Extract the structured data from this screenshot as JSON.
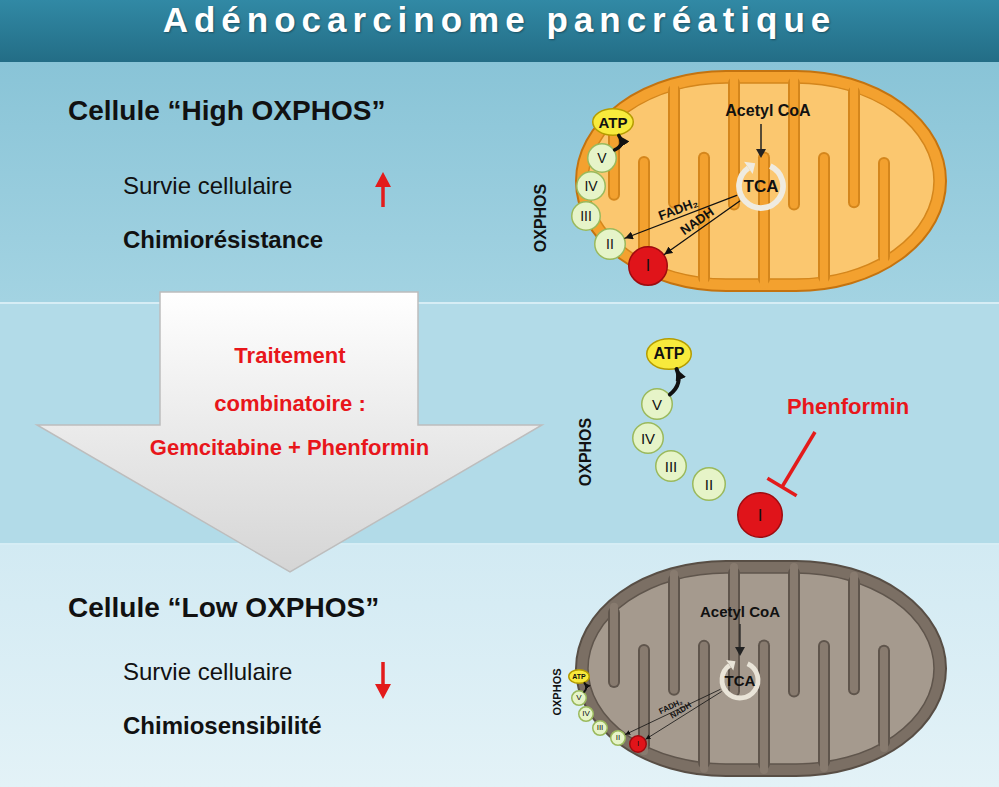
{
  "diagram": {
    "title": "Adénocarcinome pancréatique",
    "nodes": [
      {
        "text": [
          "Cellule “High OXPHOS”",
          "Survie cellulaire",
          "Chimiorésistance"
        ]
      },
      {
        "text": [
          "Acetyl CoA"
        ],
        "in": 0
      },
      {
        "text": [
          "TCA"
        ],
        "in": 1
      },
      {
        "text": [
          "ATP"
        ],
        "in": 1
      },
      {
        "text": [
          "V"
        ],
        "in": 1
      },
      {
        "text": [
          "IV"
        ],
        "in": 1
      },
      {
        "text": [
          "III"
        ],
        "in": 1
      },
      {
        "text": [
          "II"
        ],
        "in": 1
      },
      {
        "text": [
          "I"
        ],
        "in": 1
      },
      {
        "text": [
          "Traitement combinatoire :",
          "Gemcitabine + Phenformin"
        ]
      },
      {
        "text": [
          "ATP"
        ]
      },
      {
        "text": [
          "V"
        ]
      },
      {
        "text": [
          "IV"
        ]
      },
      {
        "text": [
          "III"
        ]
      },
      {
        "text": [
          "II"
        ]
      },
      {
        "text": [
          "I"
        ]
      },
      {
        "text": [
          "Cellule “Low OXPHOS”",
          "Survie cellulaire",
          "Chimiosensibilité"
        ]
      },
      {
        "text": [
          "Acetyl CoA"
        ],
        "in": 16
      },
      {
        "text": [
          "TCA"
        ],
        "in": 17
      },
      {
        "text": [
          "ATP"
        ],
        "in": 17
      },
      {
        "text": [
          "V"
        ],
        "in": 17
      },
      {
        "text": [
          "IV"
        ],
        "in": 17
      },
      {
        "text": [
          "III"
        ],
        "in": 17
      },
      {
        "text": [
          "II"
        ],
        "in": 17
      },
      {
        "text": [
          "I"
        ],
        "in": 17
      }
    ],
    "edges": [
      {
        "from": 4,
        "to": 3,
        "arrow": "to"
      },
      {
        "from": 2,
        "to": 7,
        "label": "FADH₂",
        "arrow": "to"
      },
      {
        "from": 2,
        "to": 8,
        "label": "NADH",
        "arrow": "to"
      },
      {
        "from": 11,
        "to": 10,
        "arrow": "to"
      },
      {
        "from": 20,
        "to": 19,
        "arrow": "to"
      },
      {
        "from": 18,
        "to": 23,
        "label": "FADH₂",
        "arrow": "to"
      },
      {
        "from": 18,
        "to": 24,
        "label": "NADH",
        "arrow": "to"
      }
    ],
    "labels": [
      "OXPHOS",
      "OXPHOS",
      "Phenformin",
      "OXPHOS"
    ]
  }
}
